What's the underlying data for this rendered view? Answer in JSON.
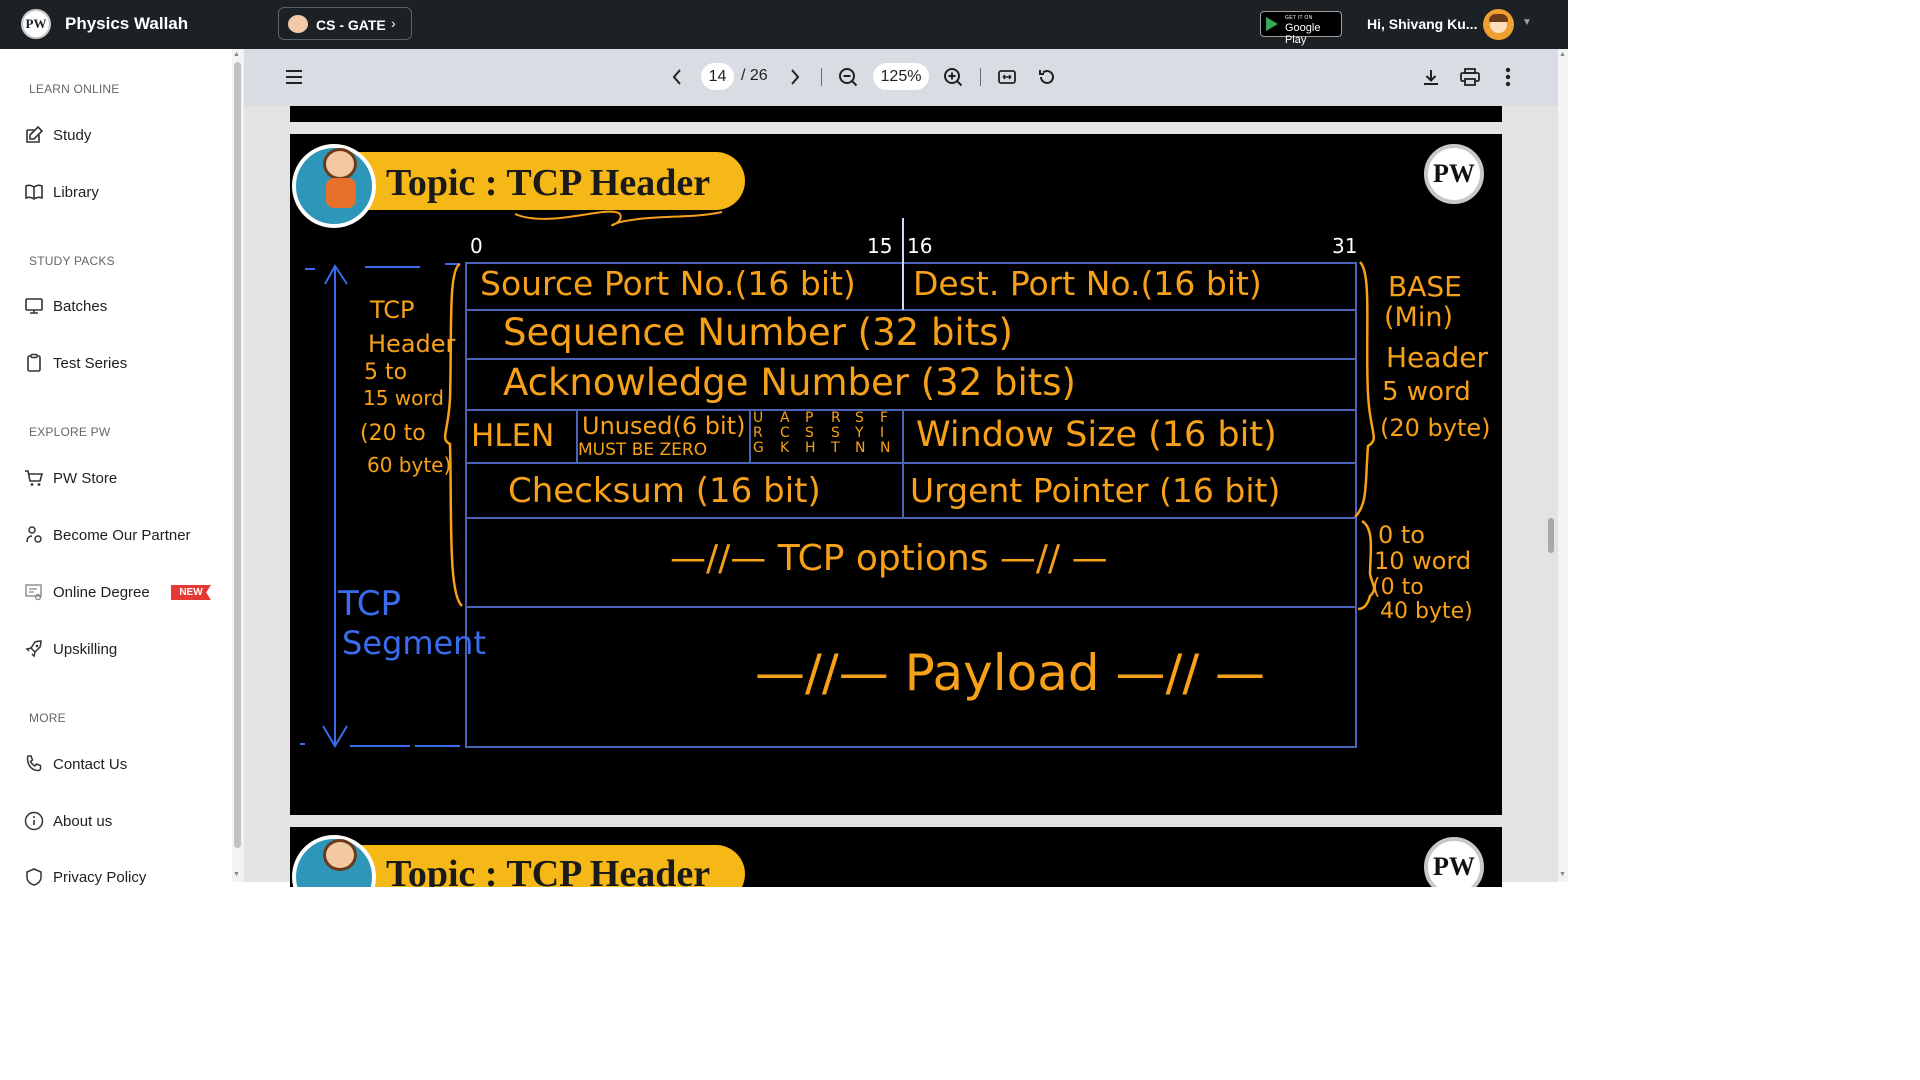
{
  "header": {
    "brand_name": "Physics Wallah",
    "logo_text": "PW",
    "batch_label": "CS - GATE",
    "store_badge_small": "GET IT ON",
    "store_badge_big": "Google Play",
    "greeting": "Hi, Shivang Ku..."
  },
  "sidebar": {
    "sections": [
      {
        "title": "LEARN ONLINE",
        "items": [
          {
            "label": "Study",
            "icon": "edit-icon"
          },
          {
            "label": "Library",
            "icon": "book-icon"
          }
        ]
      },
      {
        "title": "STUDY PACKS",
        "items": [
          {
            "label": "Batches",
            "icon": "monitor-icon"
          },
          {
            "label": "Test Series",
            "icon": "clipboard-icon"
          }
        ]
      },
      {
        "title": "EXPLORE PW",
        "items": [
          {
            "label": "PW Store",
            "icon": "cart-icon"
          },
          {
            "label": "Become Our Partner",
            "icon": "partner-icon"
          },
          {
            "label": "Online Degree",
            "icon": "degree-icon",
            "badge": "NEW"
          },
          {
            "label": "Upskilling",
            "icon": "rocket-icon"
          }
        ]
      },
      {
        "title": "MORE",
        "items": [
          {
            "label": "Contact Us",
            "icon": "phone-icon"
          },
          {
            "label": "About us",
            "icon": "info-icon"
          },
          {
            "label": "Privacy Policy",
            "icon": "shield-icon"
          }
        ]
      }
    ]
  },
  "viewer": {
    "current_page": "14",
    "total_pages": "/ 26",
    "zoom": "125%"
  },
  "slide": {
    "title": "Topic : TCP Header",
    "next_title": "Topic : TCP Header",
    "bit_labels": [
      "0",
      "15",
      "16",
      "31"
    ],
    "rows": {
      "source_port": "Source Port No.(16 bit)",
      "dest_port": "Dest. Port No.(16 bit)",
      "sequence": "Sequence Number (32 bits)",
      "ack": "Acknowledge Number (32 bits)",
      "hlen": "HLEN",
      "unused": "Unused(6 bit)",
      "must_be_zero": "MUST BE ZERO",
      "flags": [
        "U R G",
        "A C K",
        "P S H",
        "R S T",
        "S Y N",
        "F I N"
      ],
      "window": "Window Size (16 bit)",
      "checksum": "Checksum (16 bit)",
      "urgent": "Urgent Pointer (16 bit)",
      "options": "—//— TCP options —// —",
      "payload": "—//— Payload —// —"
    },
    "left_notes": {
      "tcp_header": [
        "TCP",
        "Header",
        "5 to",
        "15 word",
        "(20 to",
        "60 byte)"
      ],
      "tcp_segment": [
        "TCP",
        "Segment"
      ]
    },
    "right_notes": {
      "base": [
        "BASE",
        "(Min)",
        "Header",
        "5 word",
        "(20 byte)"
      ],
      "options": [
        "0 to",
        "10 word",
        "(0 to",
        "40 byte)"
      ]
    }
  }
}
